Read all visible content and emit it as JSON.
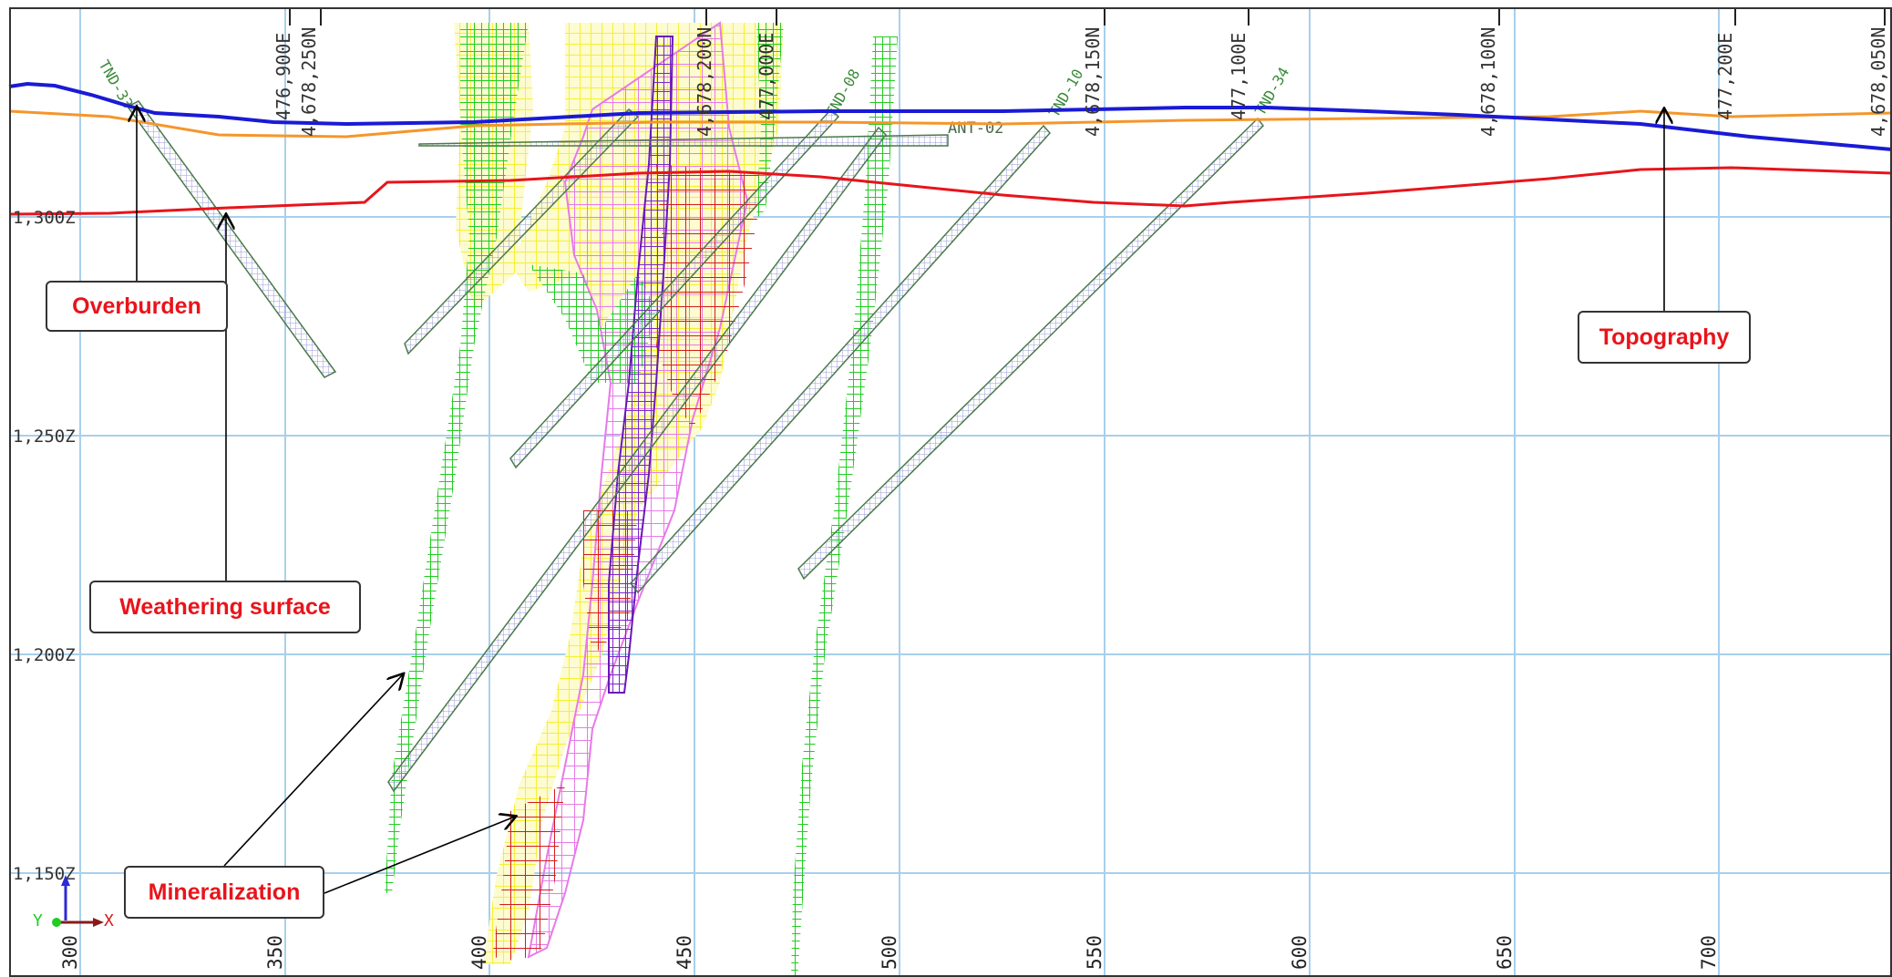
{
  "view": {
    "elevation_labels": [
      "1,300Z",
      "1,250Z",
      "1,200Z",
      "1,150Z"
    ],
    "distance_labels": [
      "300",
      "350",
      "400",
      "450",
      "500",
      "550",
      "600",
      "650",
      "700"
    ],
    "easting_labels": [
      "476,900E",
      "477,000E",
      "477,100E",
      "477,200E"
    ],
    "northing_labels": [
      "4,678,250N",
      "4,678,200N",
      "4,678,150N",
      "4,678,100N",
      "4,678,050N"
    ],
    "axis_y_label": "Y",
    "axis_x_label": "X"
  },
  "drillholes": [
    "TND-33",
    "TND-08",
    "TND-10",
    "TND-34",
    "ANT-02"
  ],
  "callouts": {
    "overburden": "Overburden",
    "weathering": "Weathering surface",
    "mineralization": "Mineralization",
    "topography": "Topography"
  },
  "colors": {
    "topography": "#1a1ad6",
    "overburden": "#f5962a",
    "weathering": "#e8141b",
    "grid": "#a8d0ec",
    "mineral_green": "#22cc22",
    "mineral_yellow": "#f5f032",
    "mineral_pink": "#e87ae8",
    "mineral_purple": "#7a28c8",
    "drillhole": "#5a8a5a"
  }
}
